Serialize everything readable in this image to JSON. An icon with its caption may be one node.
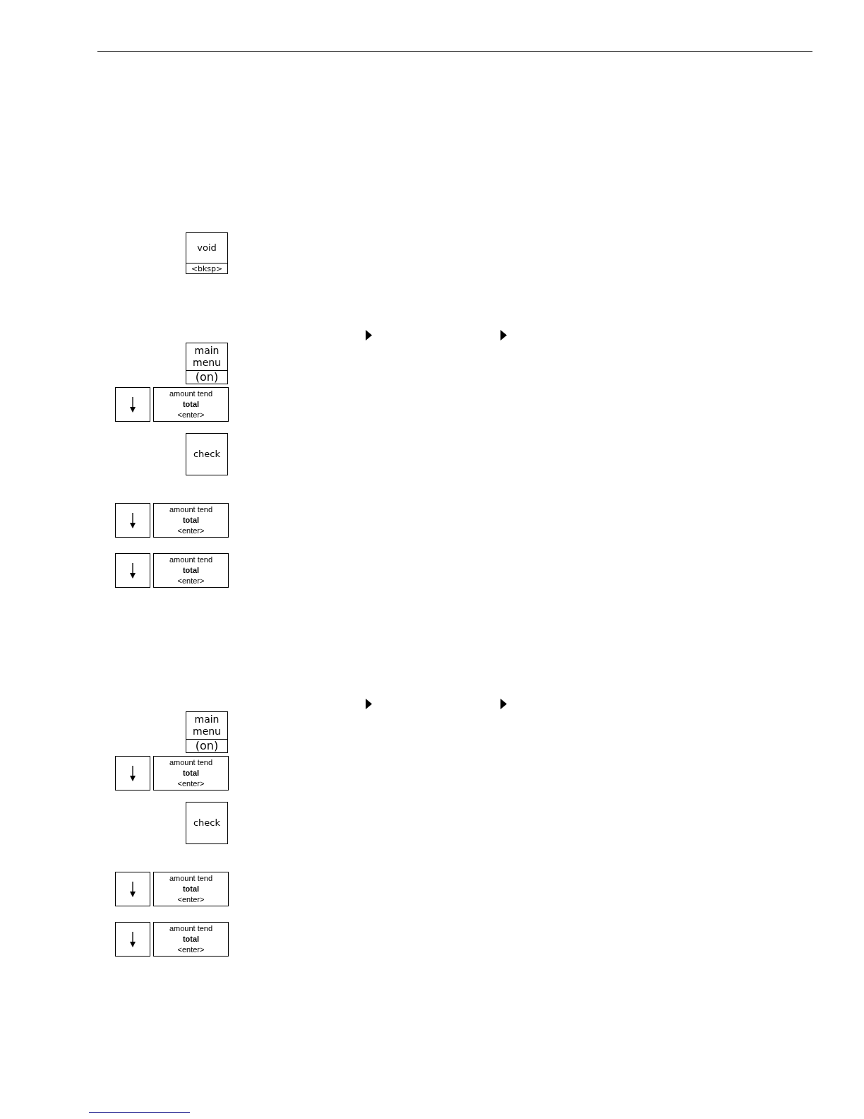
{
  "diagram": {
    "nodes": [
      {
        "text": [
          "void",
          "<bksp>"
        ]
      },
      {
        "text": [
          "main menu",
          "(on)"
        ]
      },
      {
        "text": [],
        "shape": "box"
      },
      {
        "text": [
          "amount tend",
          "total",
          "<enter>"
        ]
      },
      {
        "text": [
          "check"
        ]
      },
      {
        "text": [],
        "shape": "box"
      },
      {
        "text": [
          "amount tend",
          "total",
          "<enter>"
        ]
      },
      {
        "text": [],
        "shape": "box"
      },
      {
        "text": [
          "amount tend",
          "total",
          "<enter>"
        ]
      },
      {
        "text": [
          "main menu",
          "(on)"
        ]
      },
      {
        "text": [],
        "shape": "box"
      },
      {
        "text": [
          "amount tend",
          "total",
          "<enter>"
        ]
      },
      {
        "text": [
          "check"
        ]
      },
      {
        "text": [],
        "shape": "box"
      },
      {
        "text": [
          "amount tend",
          "total",
          "<enter>"
        ]
      },
      {
        "text": [],
        "shape": "box"
      },
      {
        "text": [
          "amount tend",
          "total",
          "<enter>"
        ]
      }
    ]
  }
}
